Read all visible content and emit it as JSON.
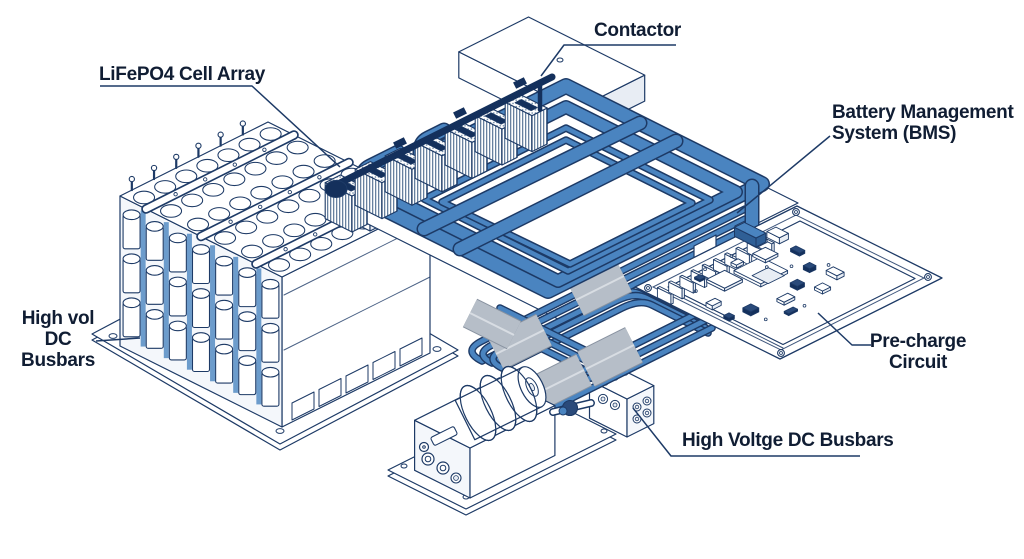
{
  "meta": {
    "colors": {
      "background": "#ffffff",
      "line": "#1d3a66",
      "line_soft": "#35577f",
      "label": "#101d33",
      "blue": "#4a84c0",
      "blue_light": "#7fa9d4",
      "navy": "#14305c",
      "sleeve": "#b6bec8",
      "sleeve_edge": "#8892a0",
      "tint": "#f4f7fb",
      "tint2": "#e8edf4"
    }
  },
  "diagram": {
    "labels": {
      "contactor": {
        "line1": "Contactor"
      },
      "cell_array": {
        "line1": "LiFePO4 Cell Array"
      },
      "bms": {
        "line1": "Battery Management",
        "line2": "System (BMS)"
      },
      "busbars_left": {
        "line1": "High vol DC",
        "line2": "Busbars"
      },
      "precharge": {
        "line1": "Pre-charge",
        "line2": "Circuit"
      },
      "busbars_bottom": {
        "line1": "High Voltge DC Busbars"
      }
    }
  }
}
